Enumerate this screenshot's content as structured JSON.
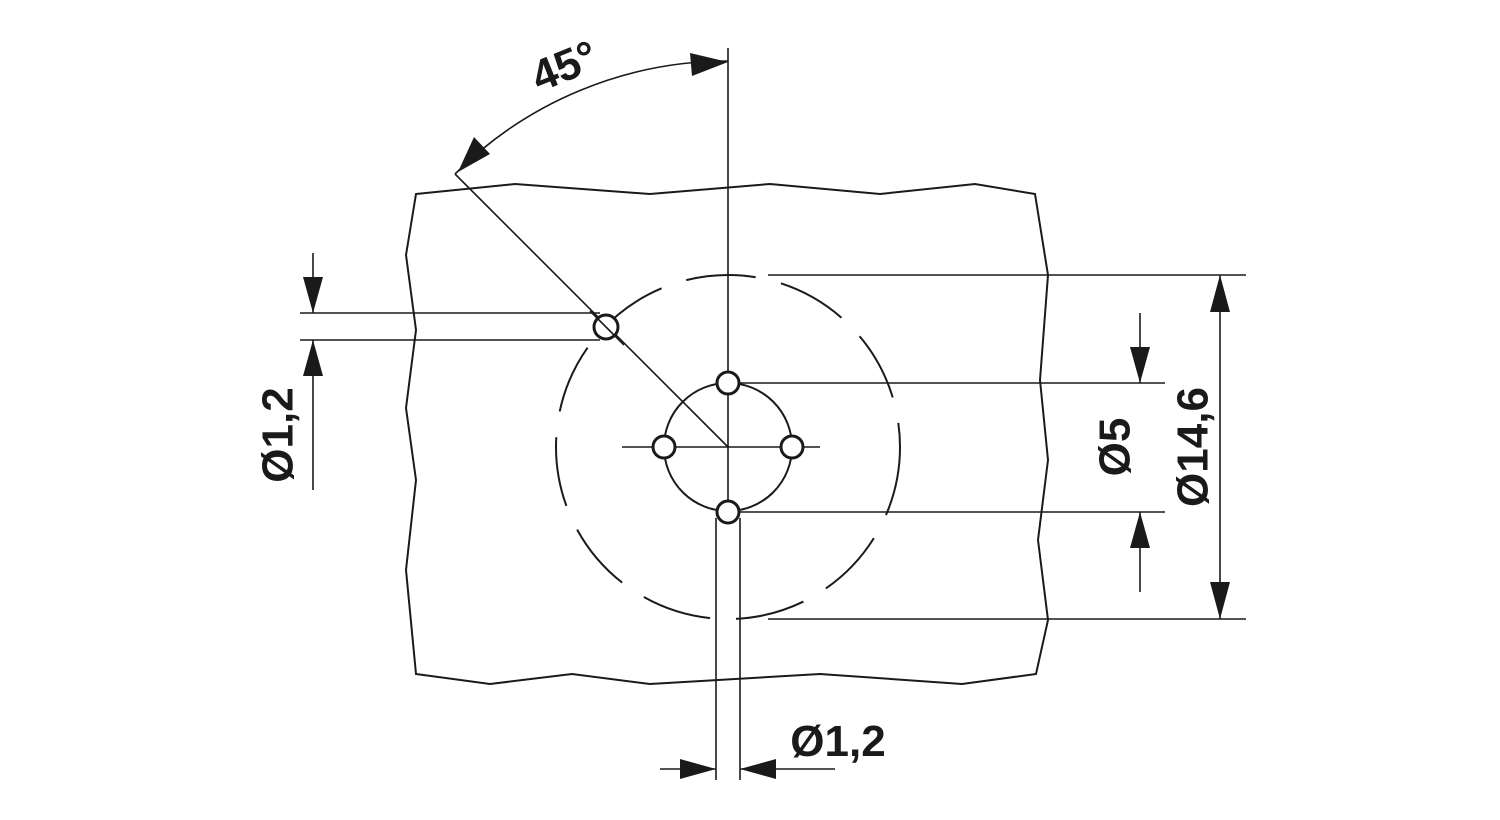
{
  "dimensions": {
    "angle": "45°",
    "hole_diameter_left": "Ø1,2",
    "hole_diameter_bottom": "Ø1,2",
    "pitch_circle_diameter": "Ø5",
    "outer_circle_diameter": "Ø14,6"
  },
  "colors": {
    "line": "#1a1a1a",
    "background": "#ffffff"
  }
}
